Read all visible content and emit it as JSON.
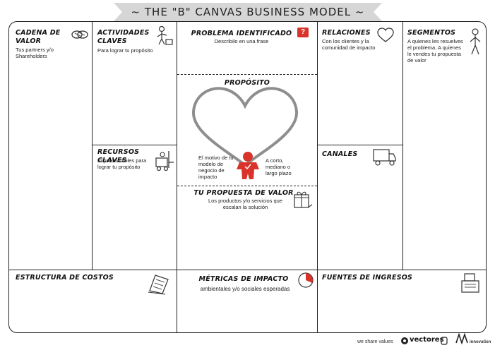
{
  "header": {
    "title": "~ THE \"B\" CANVAS BUSINESS MODEL ~"
  },
  "blocks": {
    "cadena": {
      "title": "CADENA DE VALOR",
      "desc": "Tus partners y/o Shareholders"
    },
    "actividades": {
      "title": "ACTIVIDADES CLAVES",
      "desc": "Para lograr tu propósito"
    },
    "recursos": {
      "title": "RECURSOS CLAVES",
      "desc": "Imprescindibles para lograr tu propósito"
    },
    "problema": {
      "title": "PROBLEMA IDENTIFICADO",
      "desc": "Describilo en una frase",
      "badge": "?"
    },
    "proposito": {
      "title": "PROPÓSITO",
      "left": "El motivo de tu modelo de negocio de impacto",
      "right": "A corto, mediano o largo plazo"
    },
    "propuesta": {
      "title": "TU PROPUESTA DE VALOR",
      "desc": "Los productos y/o servicios que escalan la solución"
    },
    "relaciones": {
      "title": "RELACIONES",
      "desc": "Con los clientes y la comunidad de impacto"
    },
    "canales": {
      "title": "CANALES"
    },
    "segmentos": {
      "title": "SEGMENTOS",
      "desc": "A quienes les resuelves el problema. A quienes le vendes tu propuesta de valor"
    },
    "costos": {
      "title": "ESTRUCTURA DE COSTOS"
    },
    "metricas": {
      "title": "MÉTRICAS DE IMPACTO",
      "desc": "ambientales y/o sociales esperadas"
    },
    "ingresos": {
      "title": "FUENTES DE INGRESOS"
    }
  },
  "footer": {
    "tagline": "we share values",
    "brand1": "vectores",
    "brand2": "innovation"
  },
  "colors": {
    "accent": "#d9342b",
    "banner": "#d6d6d6",
    "heart": "#8e8e8e"
  }
}
